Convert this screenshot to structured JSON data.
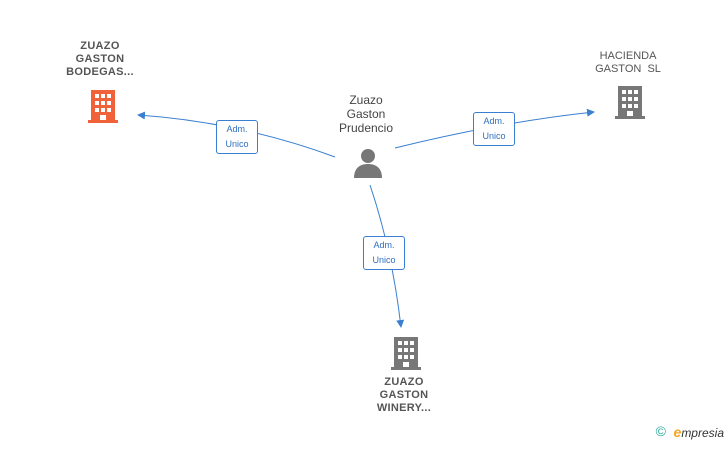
{
  "nodes": {
    "company_bodegas": {
      "lines": [
        "ZUAZO",
        "GASTON",
        "BODEGAS..."
      ],
      "icon": "building-icon",
      "color": "#f0633a"
    },
    "company_hacienda": {
      "lines": [
        "HACIENDA",
        "GASTON  SL"
      ],
      "icon": "building-icon",
      "color": "#777777"
    },
    "company_winery": {
      "lines": [
        "ZUAZO",
        "GASTON",
        "WINERY..."
      ],
      "icon": "building-icon",
      "color": "#777777"
    },
    "person": {
      "lines": [
        "Zuazo",
        "Gaston",
        "Prudencio"
      ],
      "icon": "person-icon",
      "color": "#777777"
    }
  },
  "edges": [
    {
      "label": [
        "Adm.",
        "Unico"
      ],
      "from": "person",
      "to": "company_bodegas"
    },
    {
      "label": [
        "Adm.",
        "Unico"
      ],
      "from": "person",
      "to": "company_hacienda"
    },
    {
      "label": [
        "Adm.",
        "Unico"
      ],
      "from": "person",
      "to": "company_winery"
    }
  ],
  "footer": {
    "copyright_symbol": "©",
    "brand_initial": "e",
    "brand_rest": "mpresia"
  },
  "colors": {
    "edge": "#3a7fd0",
    "brand_accent": "#f5a623",
    "brand_teal": "#2aa89a"
  }
}
